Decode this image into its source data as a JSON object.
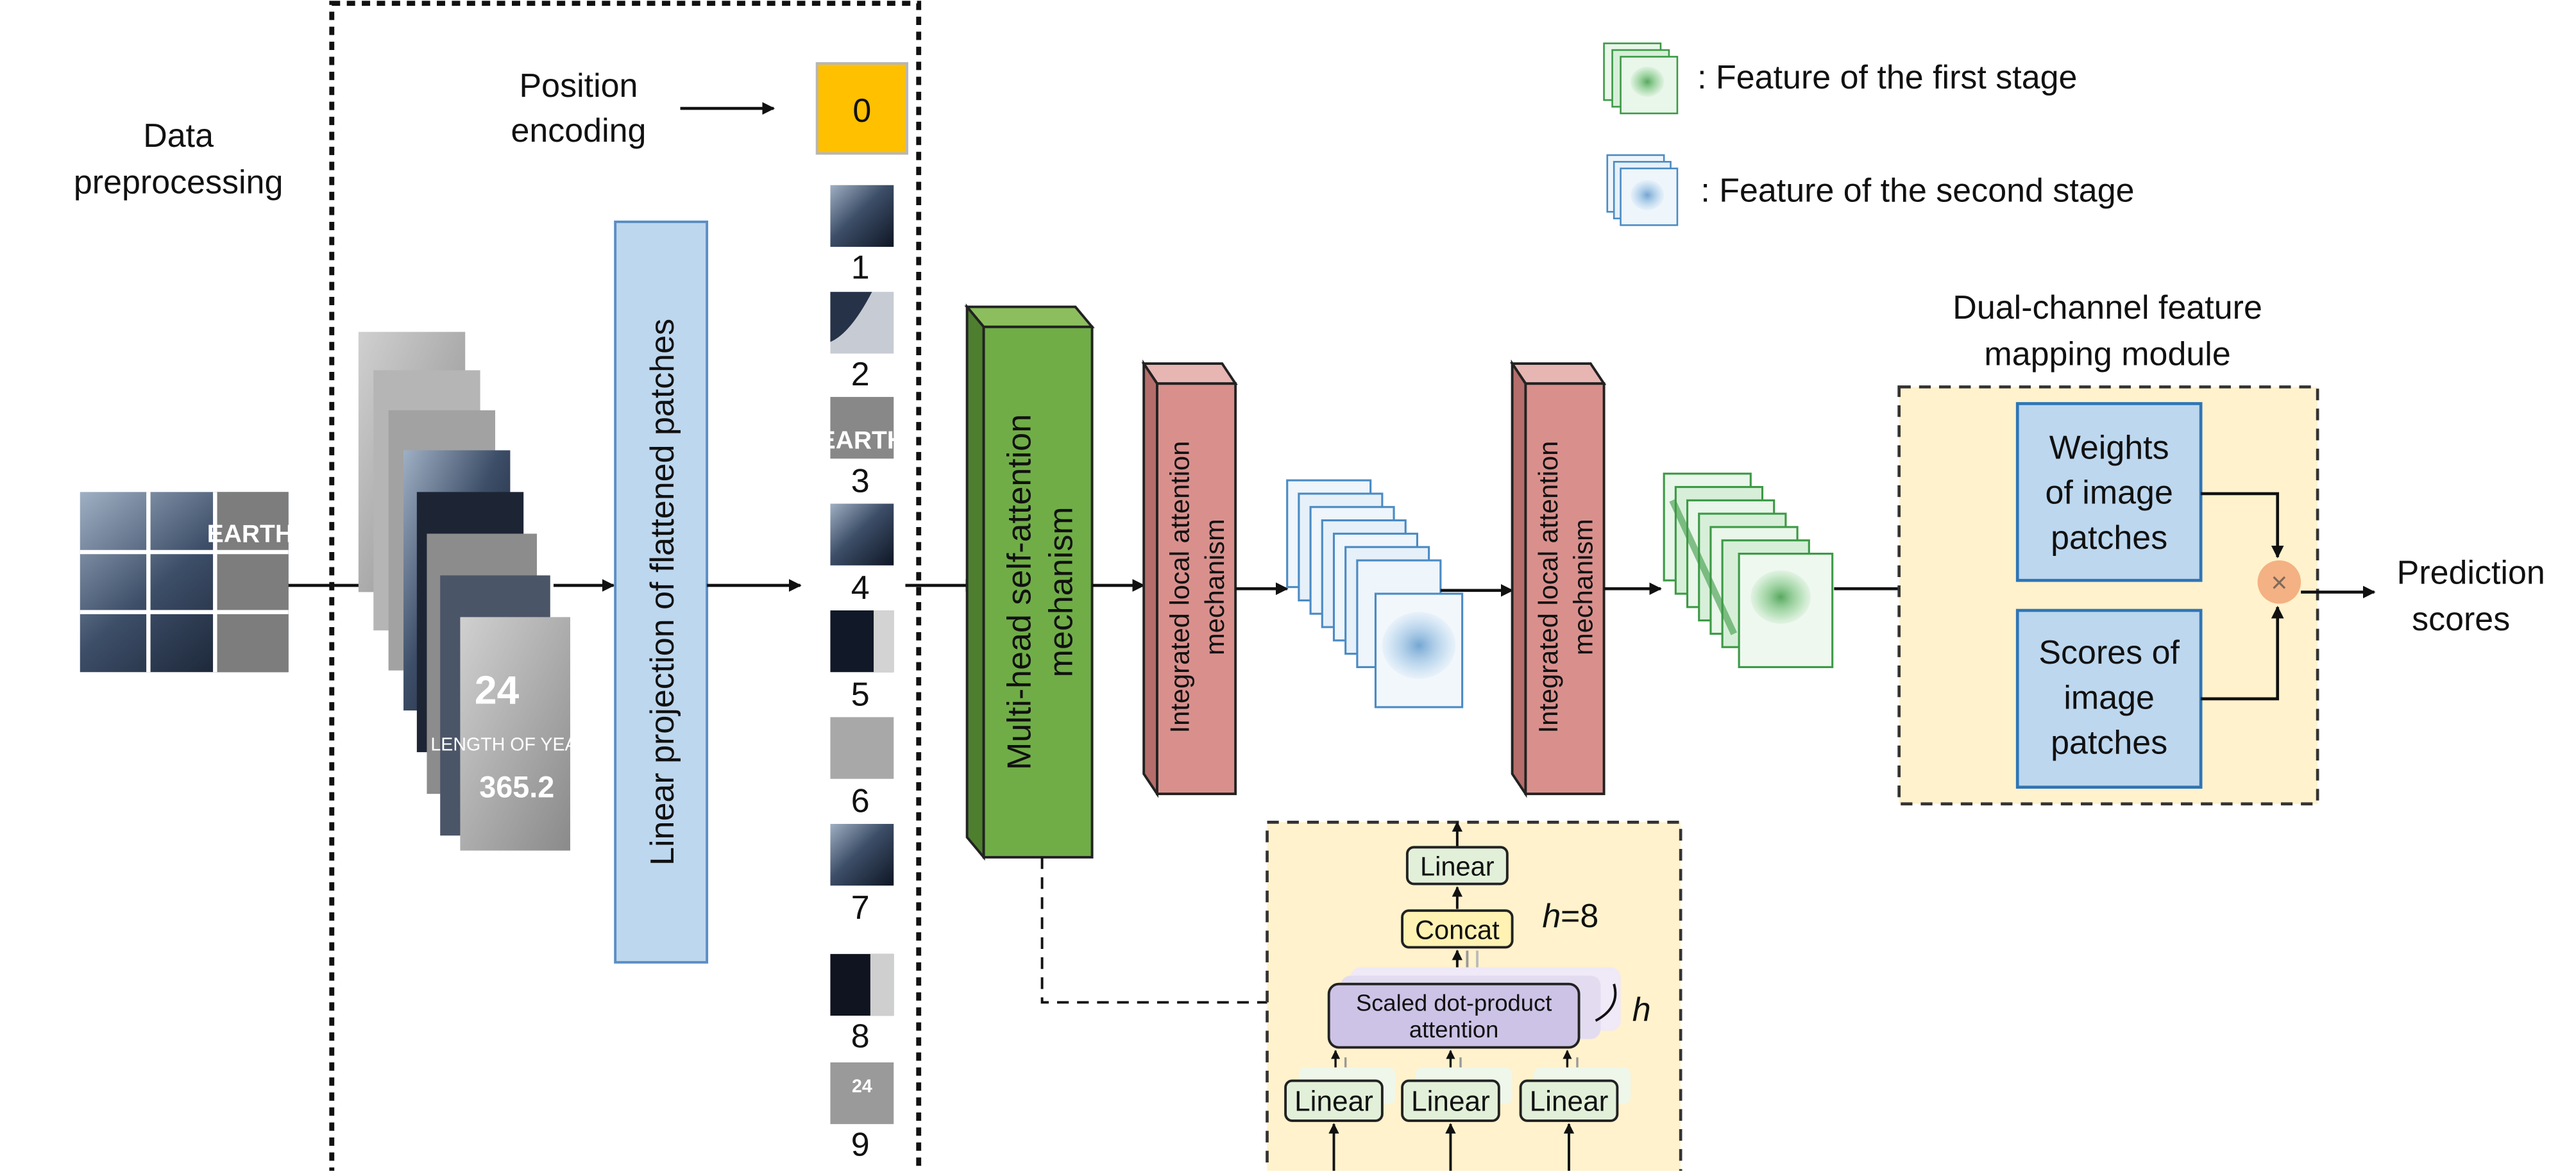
{
  "colors": {
    "position_box": "#FFC000",
    "linear_projection": "#BDD7EE",
    "msa_front": "#70AD47",
    "msa_top": "#8DBE5E",
    "msa_side": "#4E7F2F",
    "local_attn_front": "#D9908D",
    "local_attn_top": "#E7B5B2",
    "local_attn_side": "#B56E6B",
    "module_bg": "#FFF2CC",
    "blue_box": "#BDD7EE",
    "blue_box_border": "#2E75B6",
    "multiply_circle": "#F4B183",
    "linear_box": "#E2F0D9",
    "concat_box": "#FFF2B3",
    "sdpa_box": "#CDC3E6",
    "feature_green": "#3C9A45",
    "feature_blue": "#4A8BC4"
  },
  "labels": {
    "data_preprocessing": [
      "Data",
      "preprocessing"
    ],
    "position_encoding": [
      "Position",
      "encoding"
    ],
    "position_index": "0",
    "earth_title": "EARTH",
    "linear_projection": "Linear projection of flattened patches",
    "patch_numbers": [
      "1",
      "2",
      "3",
      "4",
      "5",
      "6",
      "7",
      "8",
      "9"
    ],
    "msa": [
      "Multi-head self-attention",
      "mechanism"
    ],
    "local_attention_1": [
      "Integrated local attention",
      "mechanism"
    ],
    "local_attention_2": [
      "Integrated local attention",
      "mechanism"
    ],
    "legend_first": ": Feature of the first stage",
    "legend_second": ": Feature of the second stage",
    "dual_channel_title": [
      "Dual-channel feature",
      "mapping module"
    ],
    "weights_box": [
      "Weights",
      "of image",
      "patches"
    ],
    "scores_box": [
      "Scores of",
      "image",
      "patches"
    ],
    "multiply_symbol": "×",
    "prediction": [
      "Prediction",
      "scores"
    ],
    "linear_top": "Linear",
    "concat": "Concat",
    "h_eq": "=8",
    "h_var": "h",
    "sdpa": [
      "Scaled dot-product",
      "attention"
    ],
    "linear_q": "Linear",
    "linear_k": "Linear",
    "linear_v": "Linear"
  }
}
